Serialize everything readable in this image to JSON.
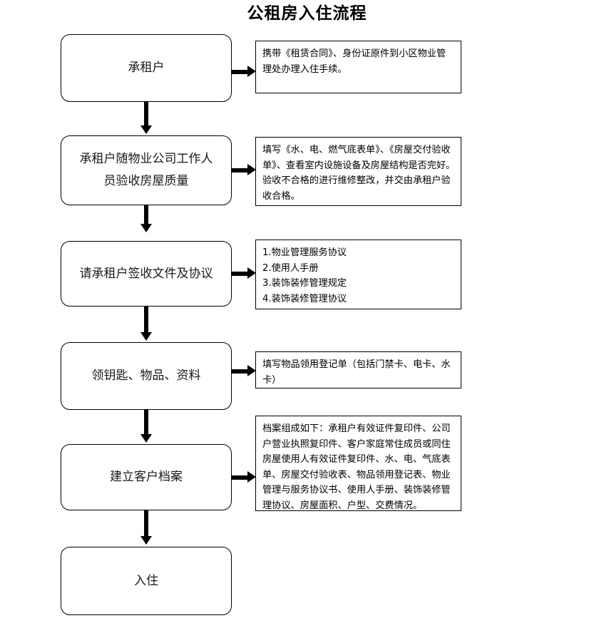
{
  "document": {
    "title": "公租房入住流程"
  },
  "flow": {
    "nodes": [
      {
        "id": "node-1",
        "label": "承租户"
      },
      {
        "id": "node-2",
        "label": "承租户随物业公司工作人\n员验收房屋质量"
      },
      {
        "id": "node-3",
        "label": "请承租户签收文件及协议"
      },
      {
        "id": "node-4",
        "label": "领钥匙、物品、资料"
      },
      {
        "id": "node-5",
        "label": "建立客户档案"
      },
      {
        "id": "node-6",
        "label": "入住"
      }
    ],
    "notes": [
      {
        "id": "note-1",
        "lines": [
          "携带《租赁合同》、身份证原件到小区物业管",
          "理处办理入住手续。"
        ]
      },
      {
        "id": "note-2",
        "lines": [
          "填写《水、电、燃气底表单》、《房屋交付验收",
          "单》、查看室内设施设备及房屋结构是否完好。",
          "验收不合格的进行维修整改，并交由承租户验",
          "收合格。"
        ]
      },
      {
        "id": "note-3",
        "lines": [
          "1.物业管理服务协议",
          "2.使用人手册",
          "3.装饰装修管理规定",
          "4.装饰装修管理协议"
        ]
      },
      {
        "id": "note-4",
        "lines": [
          "填写物品领用登记单（包括门禁卡、电卡、水",
          "卡）"
        ]
      },
      {
        "id": "note-5",
        "lines": [
          "档案组成如下：承租户有效证件复印件、公司",
          "户营业执照复印件、客户家庭常住成员或同住",
          "房屋使用人有效证件复印件、水、电、气底表",
          "单、房屋交付验收表、物品领用登记表、物业",
          "管理与服务协议书、使用人手册、装饰装修管",
          "理协议、房屋面积、户型、交费情况。"
        ]
      }
    ]
  }
}
